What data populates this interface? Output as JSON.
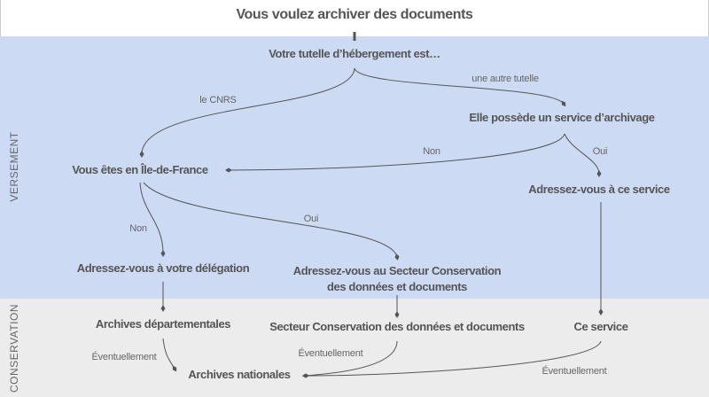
{
  "title": "Vous voulez archiver des documents",
  "lanes": {
    "versement": "VERSEMENT",
    "conservation": "CONSERVATION"
  },
  "nodes": {
    "tutelle": "Votre tutelle d’hébergement est…",
    "service_archivage": "Elle possède un service d’archivage",
    "ile_de_france": "Vous êtes en Île-de-France",
    "adressez_service": "Adressez-vous à ce service",
    "delegation": "Adressez-vous à votre délégation",
    "secteur_line1": "Adressez-vous au Secteur Conservation",
    "secteur_line2": "des données et documents",
    "archives_dep": "Archives départementales",
    "secteur_conservation": "Secteur Conservation des données et documents",
    "ce_service": "Ce service",
    "archives_nat": "Archives nationales"
  },
  "edges": {
    "cnrs": "le CNRS",
    "autre_tutelle": "une autre tutelle",
    "non1": "Non",
    "oui1": "Oui",
    "non2": "Non",
    "oui2": "Oui",
    "event1": "Éventuellement",
    "event2": "Éventuellement",
    "event3": "Éventuellement"
  }
}
